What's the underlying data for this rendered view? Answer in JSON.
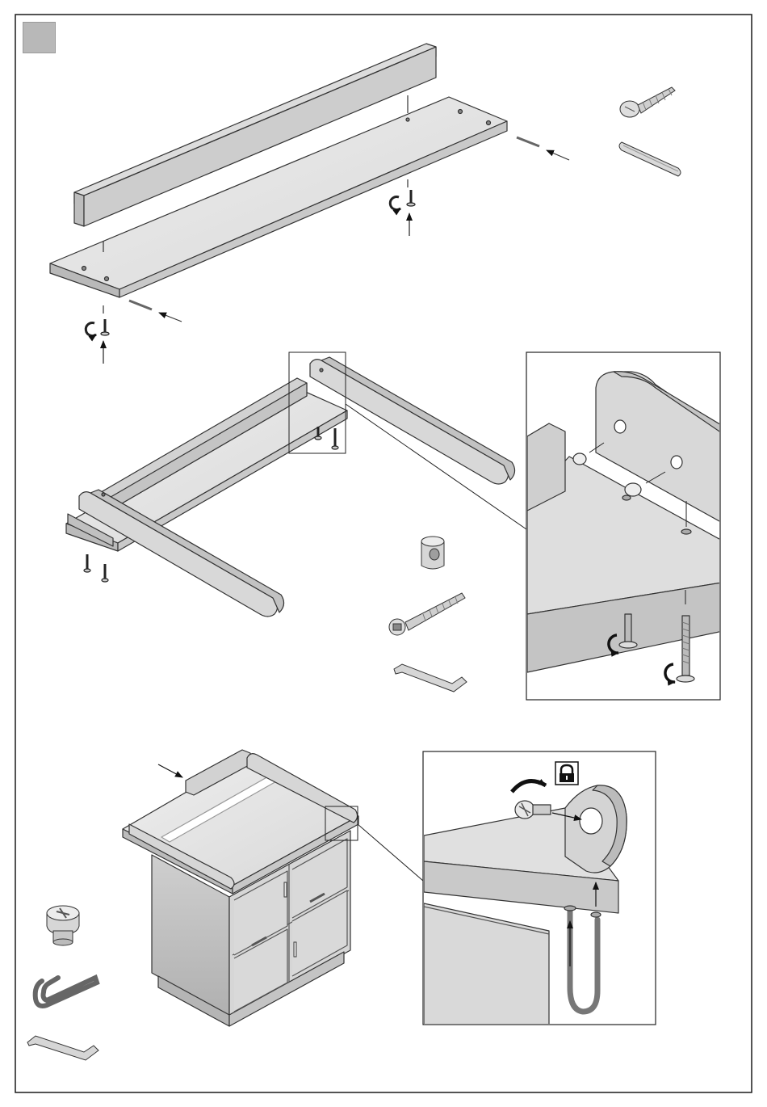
{
  "colors": {
    "border": "#1a1a1a",
    "panel_light": "#e6e6e6",
    "panel_mid": "#cfcfcf",
    "panel_dark": "#a9a9a9",
    "step_tab": "#b8b8b8",
    "outline": "#333333"
  },
  "icons": [
    "step-number-tab",
    "rotate-arrow-icon",
    "lock-icon",
    "arrow-icon"
  ],
  "parts": [
    "flange-screw",
    "wooden-dowel",
    "cross-dowel-barrel-nut",
    "connector-bolt",
    "allen-key",
    "cam-lock",
    "u-hook"
  ]
}
